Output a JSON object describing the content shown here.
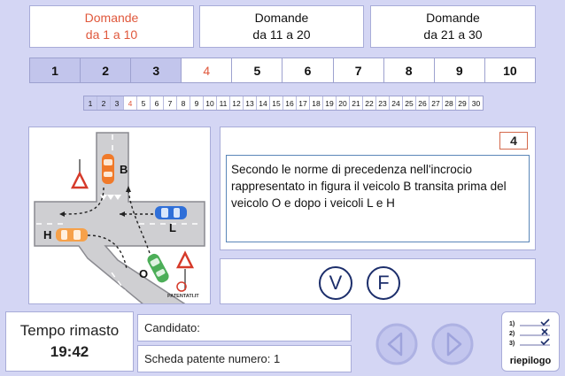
{
  "range_tabs": [
    {
      "line1": "Domande",
      "line2": "da 1 a 10",
      "active": true
    },
    {
      "line1": "Domande",
      "line2": "da 11 a 20",
      "active": false
    },
    {
      "line1": "Domande",
      "line2": "da 21 a 30",
      "active": false
    }
  ],
  "question_buttons": [
    "1",
    "2",
    "3",
    "4",
    "5",
    "6",
    "7",
    "8",
    "9",
    "10"
  ],
  "strip_numbers": [
    "1",
    "2",
    "3",
    "4",
    "5",
    "6",
    "7",
    "8",
    "9",
    "10",
    "11",
    "12",
    "13",
    "14",
    "15",
    "16",
    "17",
    "18",
    "19",
    "20",
    "21",
    "22",
    "23",
    "24",
    "25",
    "26",
    "27",
    "28",
    "29",
    "30"
  ],
  "current_question": 4,
  "answered_questions": [
    1,
    2,
    3
  ],
  "question": {
    "number": "4",
    "text": "Secondo le norme di precedenza nell'incrocio rappresentato in figura il veicolo B transita prima del veicolo O e dopo i veicoli L e H"
  },
  "image": {
    "labels": {
      "b": "B",
      "l": "L",
      "h": "H",
      "o": "O"
    },
    "watermark": "PATENTATI.IT",
    "colors": {
      "car_b": "#f07a2a",
      "car_l": "#2f6fd8",
      "car_h": "#f6a14a",
      "car_o": "#4cae58"
    }
  },
  "answers": {
    "true_label": "V",
    "false_label": "F"
  },
  "timer": {
    "label": "Tempo rimasto",
    "value": "19:42"
  },
  "candidate": {
    "label": "Candidato:"
  },
  "sheet": {
    "label": "Scheda patente numero: 1"
  },
  "summary": {
    "label": "riepilogo",
    "rows": [
      "1)",
      "2)",
      "3)"
    ]
  },
  "colors": {
    "accent": "#e0583c",
    "navy": "#1c2e6b",
    "background": "#d4d6f4",
    "answered": "#c2c5ec"
  }
}
